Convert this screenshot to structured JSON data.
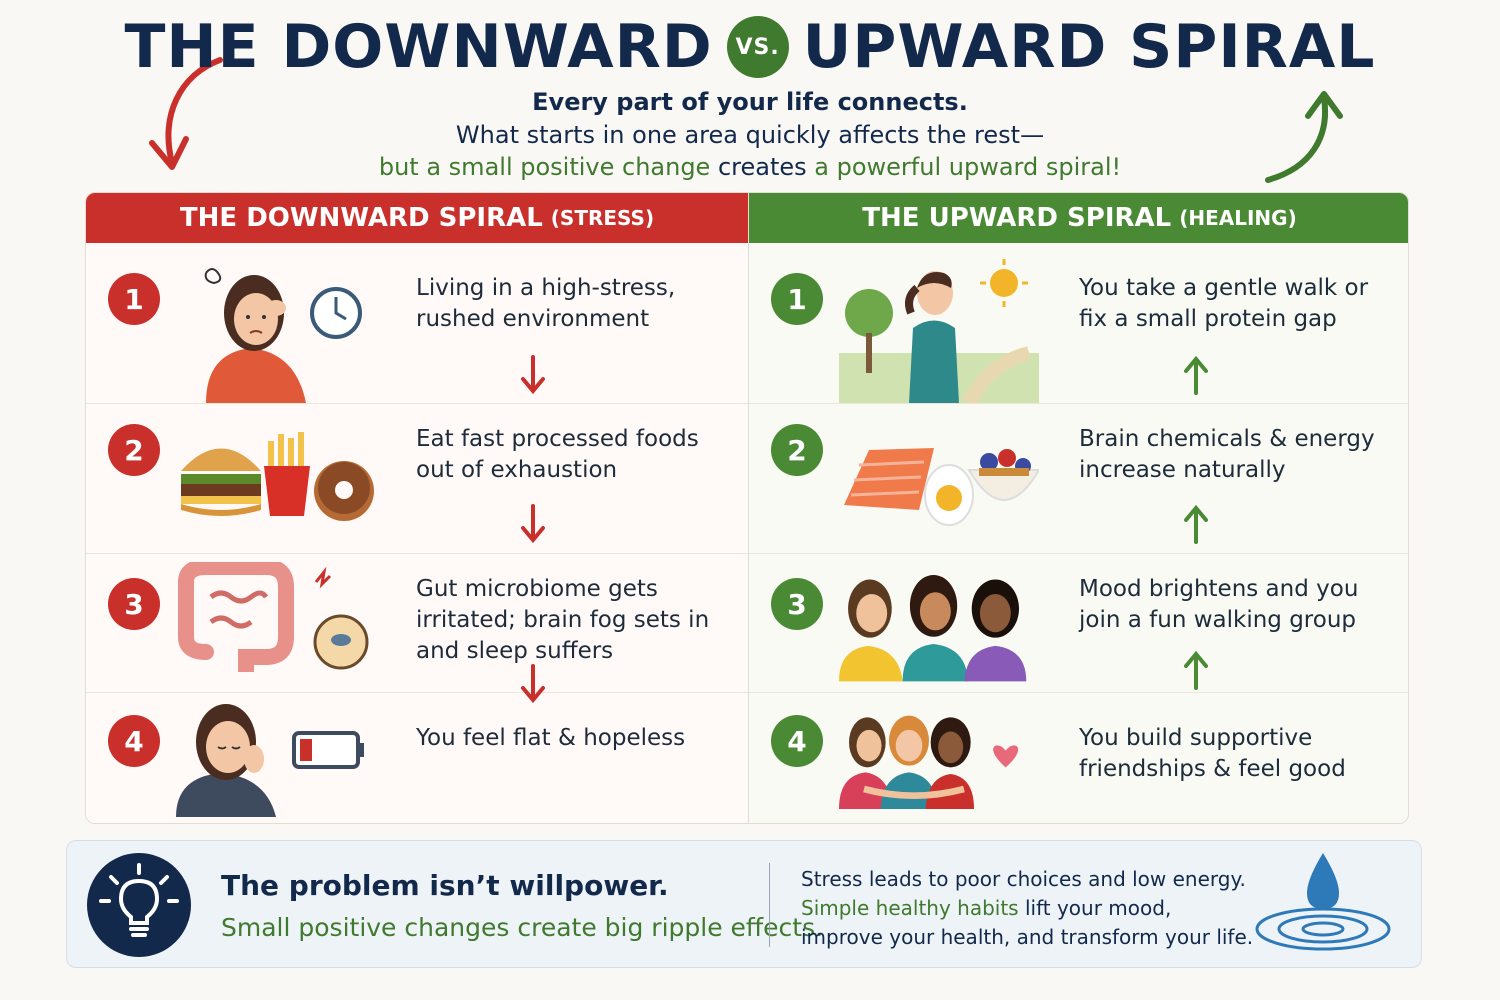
{
  "header": {
    "title_left": "THE DOWNWARD",
    "vs": "VS.",
    "title_right": "UPWARD SPIRAL",
    "line1": "Every part of your life connects.",
    "line2": "What starts in one area quickly affects the rest—",
    "line3_green_a": "but a small positive change",
    "line3_mid": " creates ",
    "line3_green_b": "a powerful upward spiral!"
  },
  "downward": {
    "heading": "THE DOWNWARD SPIRAL",
    "heading_tag": "(STRESS)",
    "color": "#c9302c",
    "steps": [
      {
        "num": "1",
        "text": "Living in a high-stress, rushed environment",
        "icon": "stressed-woman-icon"
      },
      {
        "num": "2",
        "text": "Eat fast processed foods out of exhaustion",
        "icon": "fast-food-icon"
      },
      {
        "num": "3",
        "text": "Gut microbiome gets irritated; brain fog sets in and sleep suffers",
        "icon": "gut-icon"
      },
      {
        "num": "4",
        "text": "You feel flat & hopeless",
        "icon": "low-battery-icon"
      }
    ]
  },
  "upward": {
    "heading": "THE UPWARD SPIRAL",
    "heading_tag": "(HEALING)",
    "color": "#4a8a35",
    "steps": [
      {
        "num": "1",
        "text": "You take a gentle walk or fix a small protein gap",
        "icon": "walking-woman-icon"
      },
      {
        "num": "2",
        "text": "Brain chemicals & energy increase naturally",
        "icon": "healthy-food-icon"
      },
      {
        "num": "3",
        "text": "Mood brightens and you join a fun walking group",
        "icon": "friends-group-icon"
      },
      {
        "num": "4",
        "text": "You build supportive friendships & feel good",
        "icon": "hug-heart-icon"
      }
    ]
  },
  "banner": {
    "main": "The problem isn’t willpower.",
    "sub": "Small positive changes create big ripple effects.",
    "right_line1": "Stress leads to poor choices and low energy.",
    "right_line2_green": "Simple healthy habits",
    "right_line2_rest": " lift your mood,",
    "right_line3": "improve your health, and transform your life."
  },
  "icons": {
    "bulb": "lightbulb-icon",
    "drop": "water-drop-ripple-icon"
  }
}
